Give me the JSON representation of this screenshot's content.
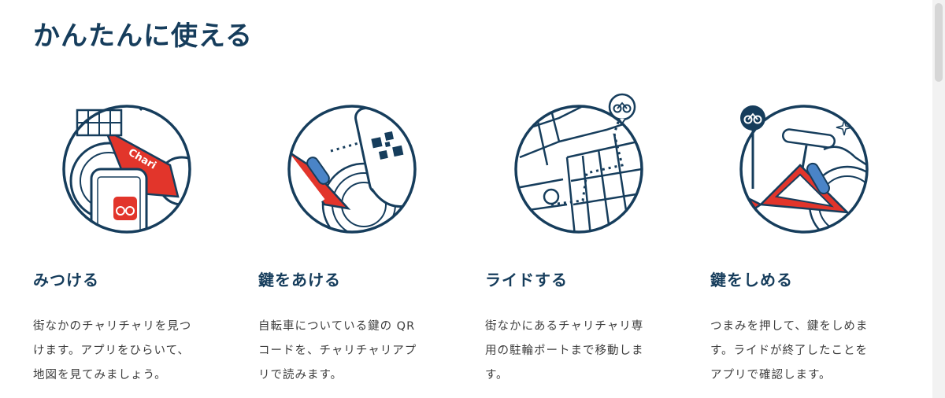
{
  "page": {
    "title": "かんたんに使える"
  },
  "steps": [
    {
      "title": "みつける",
      "description": "街なかのチャリチャリを見つ\nけます。アプリをひらいて、\n地図を見てみましょう。",
      "illustration": {
        "icon": "bike-app-icon",
        "bike_label": "Chari"
      }
    },
    {
      "title": "鍵をあける",
      "description": "自転車についている鍵の QR\nコードを、チャリチャリアプ\nリで読みます。",
      "illustration": {
        "icon": "qr-code-icon"
      }
    },
    {
      "title": "ライドする",
      "description": "街なかにあるチャリチャリ専\n用の駐輪ポートまで移動しま\nす。",
      "illustration": {
        "icon": "map-pin-bike-icon"
      }
    },
    {
      "title": "鍵をしめる",
      "description": "つまみを押して、鍵をしめま\nす。ライドが終了したことを\nアプリで確認します。",
      "illustration": {
        "icon": "lock-bike-icon"
      }
    }
  ],
  "colors": {
    "navy": "#163d5c",
    "red": "#e2352b",
    "blue": "#4a84c7",
    "text": "#3d3d3d"
  }
}
